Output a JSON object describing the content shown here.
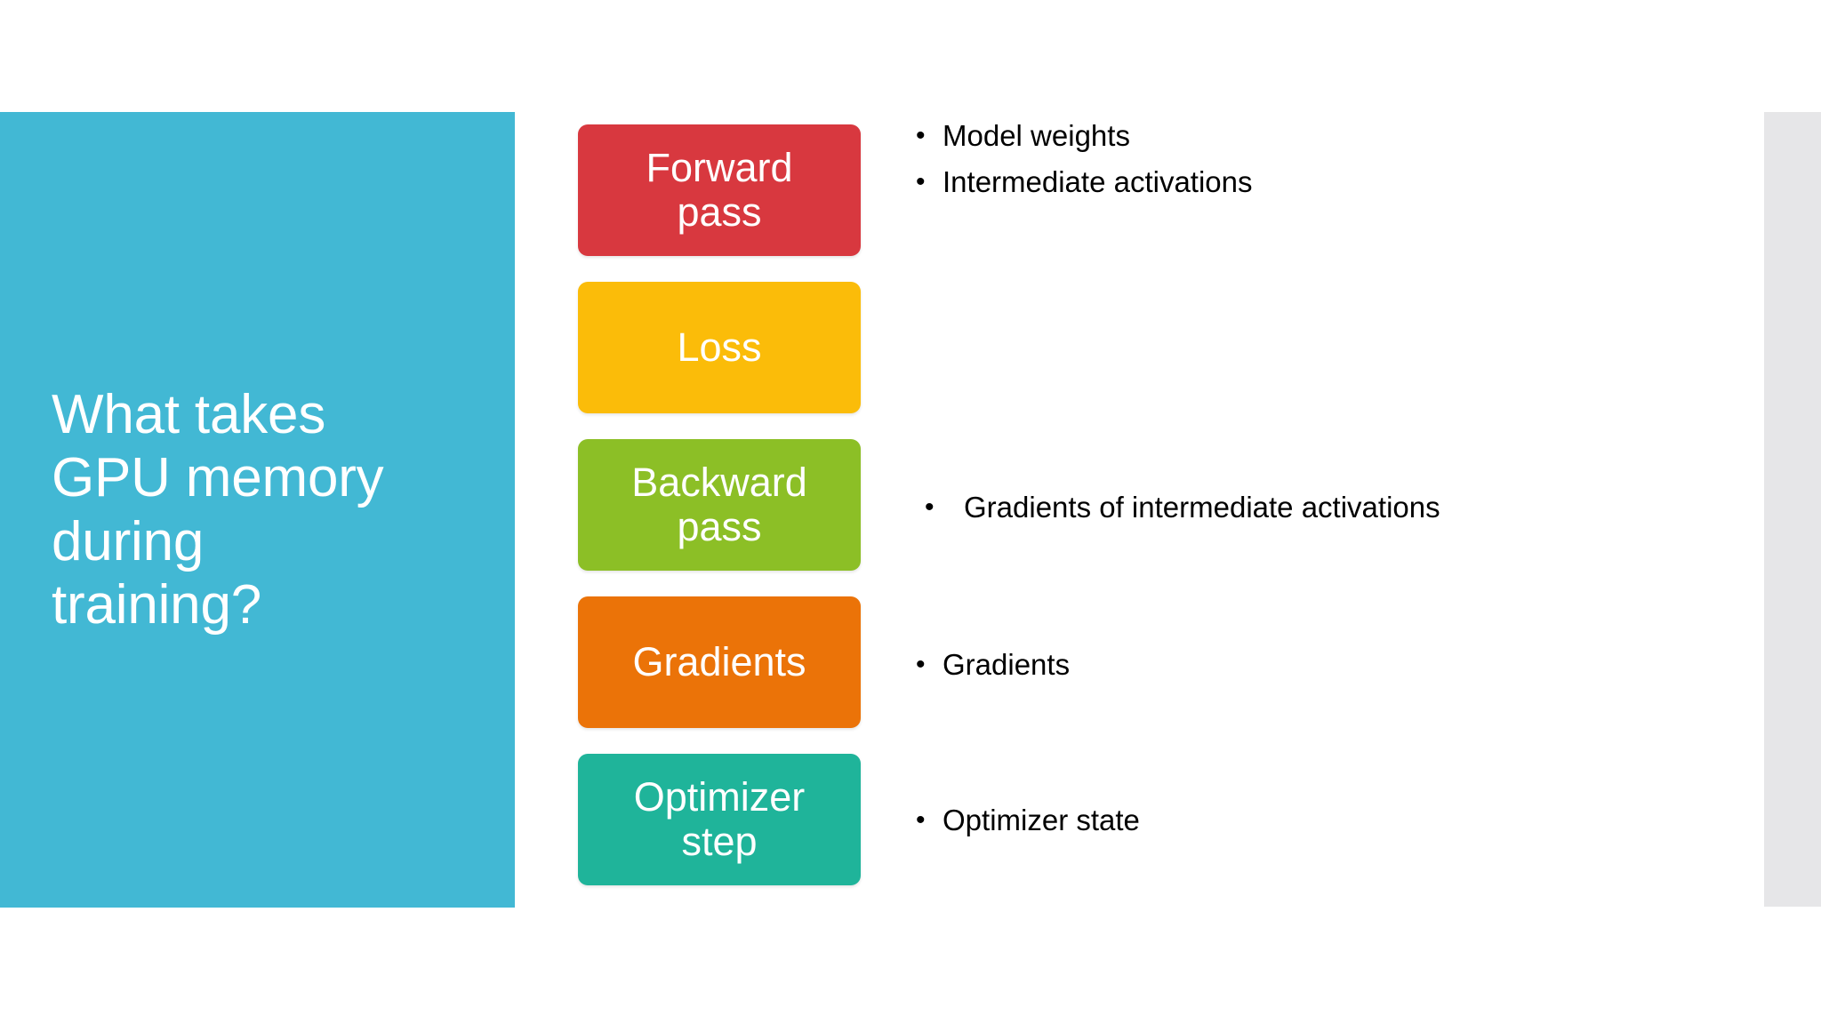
{
  "slide": {
    "title": "What takes GPU memory during training?",
    "title_lines": "What takes\nGPU memory\nduring\ntraining?",
    "background_color": "#ffffff",
    "title_panel_color": "#42b8d4",
    "title_text_color": "#ffffff",
    "right_strip_color": "#e6e6e8"
  },
  "process_steps": [
    {
      "label": "Forward pass",
      "label_lines": "Forward\npass",
      "color": "#d8383f",
      "text_color": "#ffffff"
    },
    {
      "label": "Loss",
      "label_lines": "Loss",
      "color": "#fbbc09",
      "text_color": "#ffffff"
    },
    {
      "label": "Backward pass",
      "label_lines": "Backward\npass",
      "color": "#8cbf26",
      "text_color": "#ffffff"
    },
    {
      "label": "Gradients",
      "label_lines": "Gradients",
      "color": "#eb7308",
      "text_color": "#ffffff"
    },
    {
      "label": "Optimizer step",
      "label_lines": "Optimizer\nstep",
      "color": "#1fb49a",
      "text_color": "#ffffff"
    }
  ],
  "bullet_groups": {
    "forward": {
      "bullet_char": "•",
      "items": [
        "Model weights",
        "Intermediate activations"
      ]
    },
    "backward": {
      "bullet_char": "•",
      "items": [
        "Gradients of intermediate activations"
      ]
    },
    "gradients": {
      "bullet_char": "•",
      "items": [
        "Gradients"
      ]
    },
    "optimizer": {
      "bullet_char": "•",
      "items": [
        "Optimizer state"
      ]
    }
  }
}
